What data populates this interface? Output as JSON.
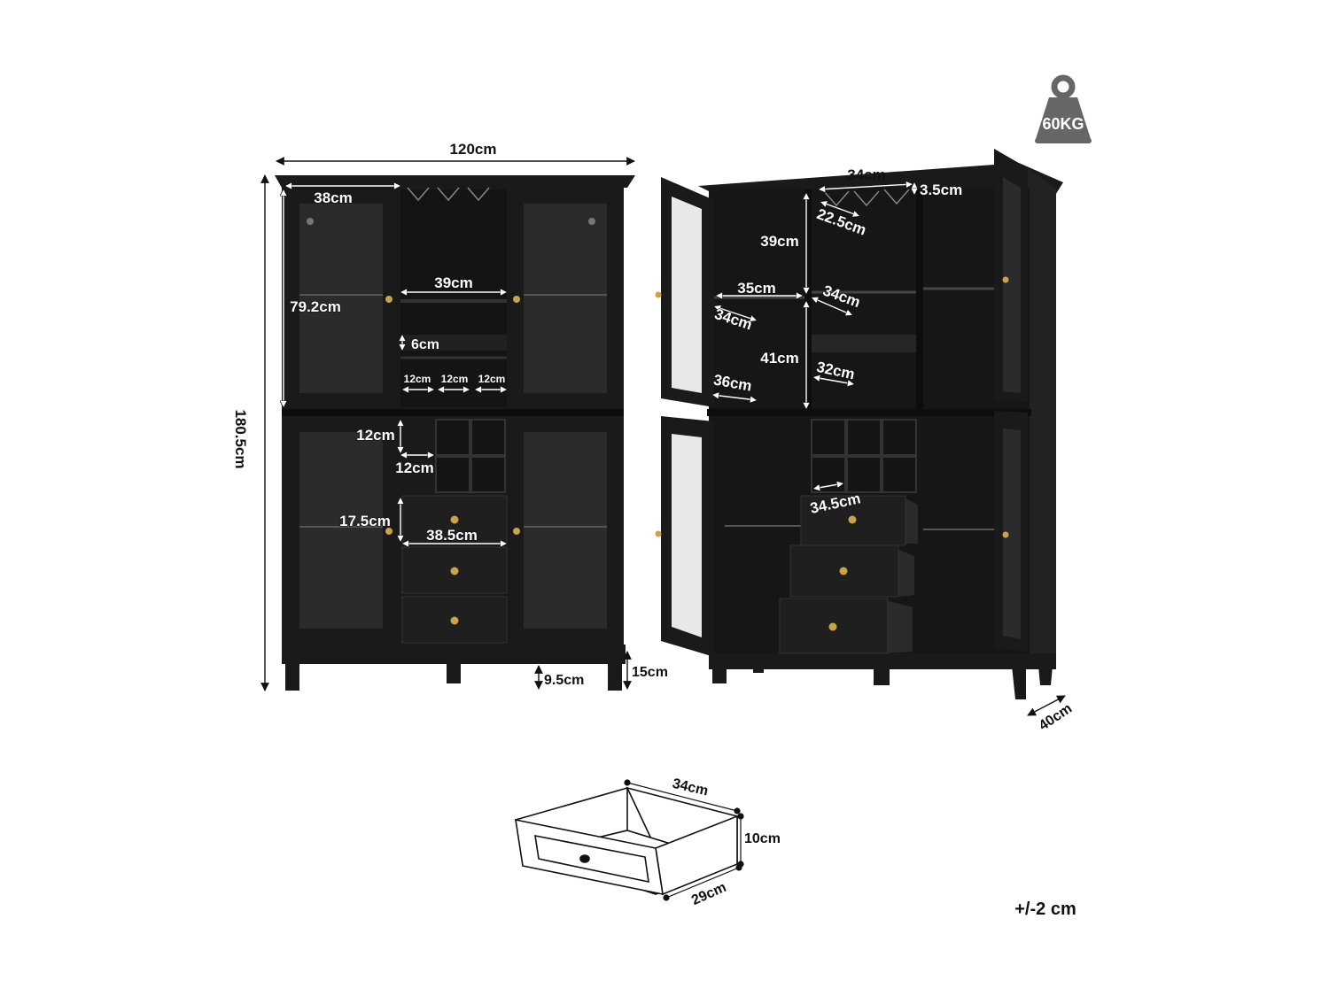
{
  "front": {
    "width": "120cm",
    "height": "180.5cm",
    "side_cabinet_width": "38cm",
    "upper_height": "79.2cm",
    "center_width": "39cm",
    "shelf_gap": "6cm",
    "slot_1": "12cm",
    "slot_2": "12cm",
    "slot_3": "12cm",
    "cube_height": "12cm",
    "cube_width": "12cm",
    "drawer_section_height": "17.5cm",
    "drawer_width": "38.5cm",
    "leg_height": "9.5cm",
    "base_height": "15cm"
  },
  "angled": {
    "top_width": "34cm",
    "rack_height": "3.5cm",
    "rack_depth": "22.5cm",
    "upper_left_height": "39cm",
    "shelf_width": "35cm",
    "shelf_depth_right": "34cm",
    "shelf_depth_left": "34cm",
    "lower_left_height": "41cm",
    "lower_shelf_depth": "32cm",
    "bottom_depth": "36cm",
    "drawer_depth": "34.5cm",
    "cabinet_depth": "40cm"
  },
  "drawer_detail": {
    "width": "34cm",
    "height": "10cm",
    "depth": "29cm"
  },
  "badge": {
    "weight": "60KG",
    "icon": "weight-icon"
  },
  "tolerance": "+/-2 cm",
  "colors": {
    "cabinet": "#1a1a1a",
    "glass": "#2b2b2b",
    "knob": "#c9a24a",
    "badge": "#666666"
  }
}
